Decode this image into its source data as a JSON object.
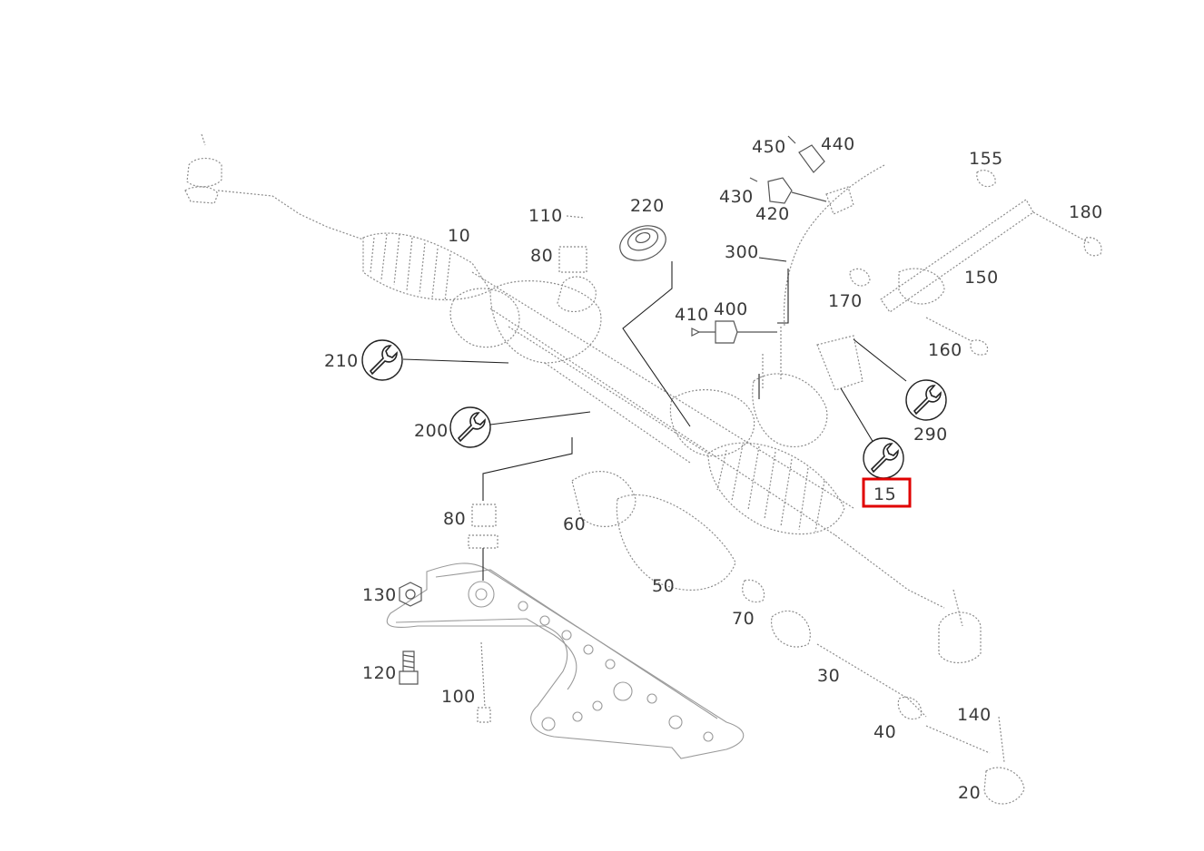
{
  "diagram": {
    "callouts": {
      "p10": "10",
      "p15": "15",
      "p20": "20",
      "p30": "30",
      "p40": "40",
      "p50": "50",
      "p60": "60",
      "p70": "70",
      "p80a": "80",
      "p80b": "80",
      "p100": "100",
      "p110": "110",
      "p120": "120",
      "p130": "130",
      "p140": "140",
      "p150": "150",
      "p155": "155",
      "p160": "160",
      "p170": "170",
      "p180": "180",
      "p200": "200",
      "p210": "210",
      "p220": "220",
      "p290": "290",
      "p300": "300",
      "p400": "400",
      "p410": "410",
      "p420": "420",
      "p430": "430",
      "p440": "440",
      "p450": "450"
    },
    "highlighted_part": "15",
    "highlight_color": "#e00000",
    "tool_icon": "wrench-icon"
  }
}
